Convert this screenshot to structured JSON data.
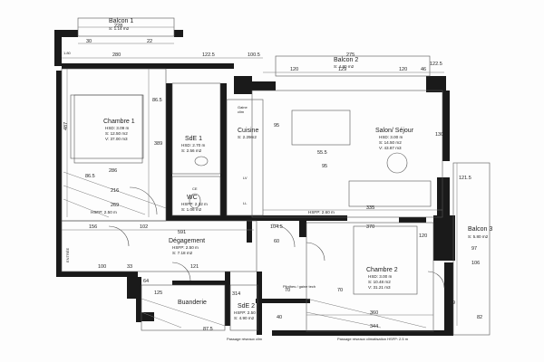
{
  "rooms": {
    "balcon1": {
      "name": "Balcon 1",
      "info": [
        "S: 1.14 m2"
      ]
    },
    "balcon2": {
      "name": "Balcon 2",
      "info": [
        "S: 4.80 m2"
      ]
    },
    "balcon3": {
      "name": "Balcon 3",
      "info": [
        "S: 5.80 m2"
      ]
    },
    "chambre1": {
      "name": "Chambre 1",
      "info": [
        "HSD: 3.09 m",
        "S: 12.50 m2",
        "V: 37.00 m3"
      ]
    },
    "chambre2": {
      "name": "Chambre 2",
      "info": [
        "HSD: 3.00 m",
        "S: 10.48 m2",
        "V: 31.21 m3"
      ]
    },
    "salon": {
      "name": "Salon/ Séjour",
      "info": [
        "HSD: 3.00 m",
        "S: 14.50 m2",
        "V: 43.87 m3"
      ]
    },
    "sde1": {
      "name": "SdE 1",
      "info": [
        "HSD: 2.70 m",
        "S: 2.56 m2"
      ]
    },
    "cuisine": {
      "name": "Cuisine",
      "info": [
        "S: 2.29m2"
      ]
    },
    "wc": {
      "name": "WC",
      "info": [
        "HSFP: 2.32 m",
        "S: 1.06 m2"
      ]
    },
    "degagement": {
      "name": "Dégagement",
      "info": [
        "HSFP: 2.50 m",
        "S: 7.18 m2"
      ]
    },
    "sde2": {
      "name": "SdE 2",
      "info": [
        "HSFP: 2.50 m",
        "S: 4.90 m2"
      ]
    },
    "buanderie": {
      "name": "Buanderie",
      "info": []
    }
  },
  "dimensions": {
    "top": [
      "228",
      "30",
      "22",
      "280",
      "122.5",
      "100.5",
      "120",
      "275",
      "129",
      "120",
      "46",
      "122.5"
    ],
    "chambre1": [
      "487",
      "86.5",
      "389",
      "286",
      "216",
      "269",
      "86.5"
    ],
    "salon": [
      "95",
      "55.5",
      "95",
      "130",
      "335"
    ],
    "middle": [
      "156",
      "102",
      "591",
      "104.5",
      "370",
      "60",
      "120",
      "97",
      "106",
      "121.5",
      "82"
    ],
    "lower": [
      "100",
      "33",
      "121",
      "70",
      "360",
      "344",
      "70",
      "314",
      "125",
      "87.5",
      "64",
      "89",
      "40"
    ],
    "hsfp": [
      "HSFP: 2.60 m",
      "HSFP: 2.50 m"
    ]
  },
  "annotations": {
    "entry": "ENTRÉE",
    "bottom": "Passage réseaux climatisation HSFP: 2.5 m",
    "bottom_small": "Passage réseaux clim",
    "gaine": "Gaine",
    "clim": "clim",
    "lv": "LV",
    "lv2": "LL",
    "chauffeeau": "CE",
    "stack": "Plinthes / gaine tech",
    "balcon1_edge": "1.80"
  }
}
